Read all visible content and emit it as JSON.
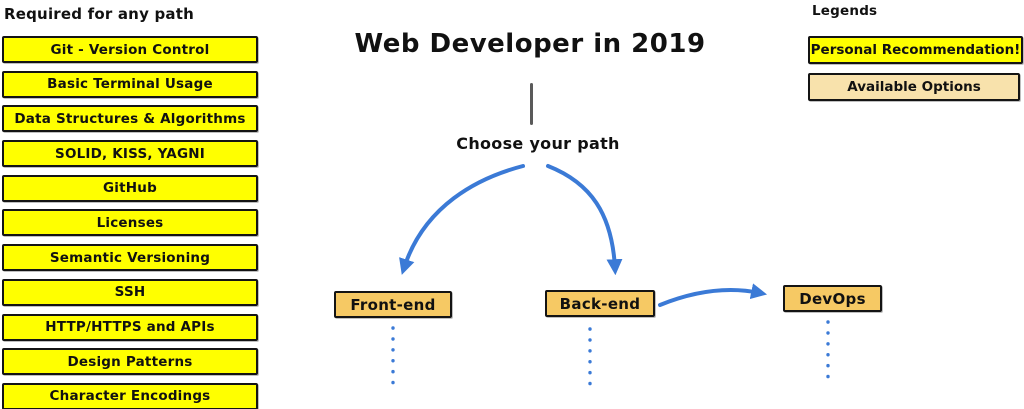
{
  "colors": {
    "yellow": "#FFFF00",
    "tan": "#F6C964",
    "wheat": "#F8E2AC",
    "blue": "#3B7AD6",
    "border": "#141414",
    "connector-gray": "#5A5A5A"
  },
  "left_column": {
    "heading": "Required for any path",
    "items": [
      {
        "label": "Git - Version Control"
      },
      {
        "label": "Basic Terminal Usage"
      },
      {
        "label": "Data Structures & Algorithms"
      },
      {
        "label": "SOLID, KISS, YAGNI"
      },
      {
        "label": "GitHub"
      },
      {
        "label": "Licenses"
      },
      {
        "label": "Semantic Versioning"
      },
      {
        "label": "SSH"
      },
      {
        "label": "HTTP/HTTPS and APIs"
      },
      {
        "label": "Design Patterns"
      },
      {
        "label": "Character Encodings"
      }
    ]
  },
  "center": {
    "title": "Web Developer in 2019",
    "prompt": "Choose your path",
    "paths": [
      {
        "label": "Front-end"
      },
      {
        "label": "Back-end"
      },
      {
        "label": "DevOps"
      }
    ]
  },
  "legends": {
    "heading": "Legends",
    "items": [
      {
        "label": "Personal Recommendation!"
      },
      {
        "label": "Available Options"
      }
    ]
  }
}
